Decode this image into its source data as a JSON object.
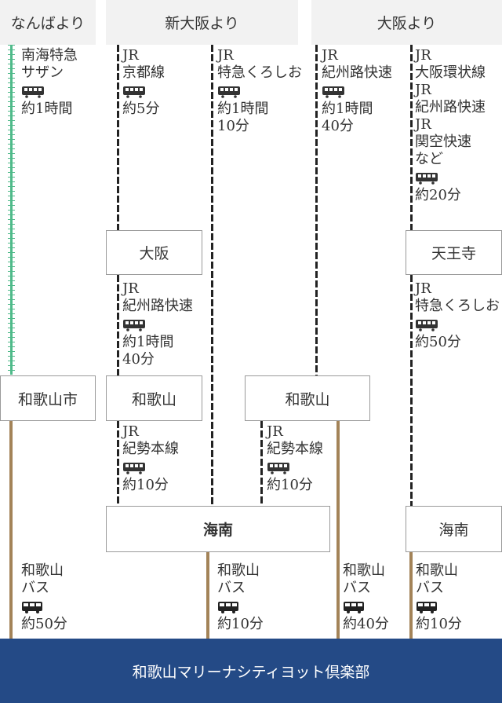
{
  "headers": {
    "namba": "なんばより",
    "shinosaka": "新大阪より",
    "osaka": "大阪より"
  },
  "stations": {
    "osaka": "大阪",
    "tennoji": "天王寺",
    "wakayamashi": "和歌山市",
    "wakayama_left": "和歌山",
    "wakayama_right": "和歌山",
    "kainan_center": "海南",
    "kainan_right": "海南"
  },
  "segments": {
    "namba_nankai": {
      "lines": [
        "南海特急",
        "サザン"
      ],
      "icon": "train-icon",
      "time": "約1時間"
    },
    "shinosaka_kyoto": {
      "lines": [
        "JR",
        "京都線"
      ],
      "icon": "train-icon",
      "time": "約5分"
    },
    "shinosaka_kuroshio": {
      "lines": [
        "JR",
        "特急くろしお"
      ],
      "icon": "train-icon",
      "time": [
        "約1時間",
        "10分"
      ]
    },
    "osaka_kishuji": {
      "lines": [
        "JR",
        "紀州路快速"
      ],
      "icon": "train-icon",
      "time": [
        "約1時間",
        "40分"
      ]
    },
    "osaka_loop": {
      "lines": [
        "JR",
        "大阪環状線",
        "JR",
        "紀州路快速",
        "JR",
        "関空快速",
        "など"
      ],
      "icon": "train-icon",
      "time": "約20分"
    },
    "osaka_kishuji_2": {
      "lines": [
        "JR",
        "紀州路快速"
      ],
      "icon": "train-icon",
      "time": [
        "約1時間",
        "40分"
      ]
    },
    "tennoji_kuroshio": {
      "lines": [
        "JR",
        "特急くろしお"
      ],
      "icon": "train-icon",
      "time": "約50分"
    },
    "wakayama_kisei_1": {
      "lines": [
        "JR",
        "紀勢本線"
      ],
      "icon": "train-icon",
      "time": "約10分"
    },
    "wakayama_kisei_2": {
      "lines": [
        "JR",
        "紀勢本線"
      ],
      "icon": "train-icon",
      "time": "約10分"
    },
    "bus_1": {
      "lines": [
        "和歌山",
        "バス"
      ],
      "icon": "bus-icon",
      "time": "約50分"
    },
    "bus_2": {
      "lines": [
        "和歌山",
        "バス"
      ],
      "icon": "bus-icon",
      "time": "約10分"
    },
    "bus_3": {
      "lines": [
        "和歌山",
        "バス"
      ],
      "icon": "bus-icon",
      "time": "約40分"
    },
    "bus_4": {
      "lines": [
        "和歌山",
        "バス"
      ],
      "icon": "bus-icon",
      "time": "約10分"
    }
  },
  "footer": {
    "destination": "和歌山マリーナシティヨット倶楽部"
  },
  "colors": {
    "nankai_line": "#4fba8a",
    "jr_line": "#222222",
    "bus_line": "#a38358",
    "header_bg": "#f2f2f2",
    "footer_bg": "#244a86"
  }
}
